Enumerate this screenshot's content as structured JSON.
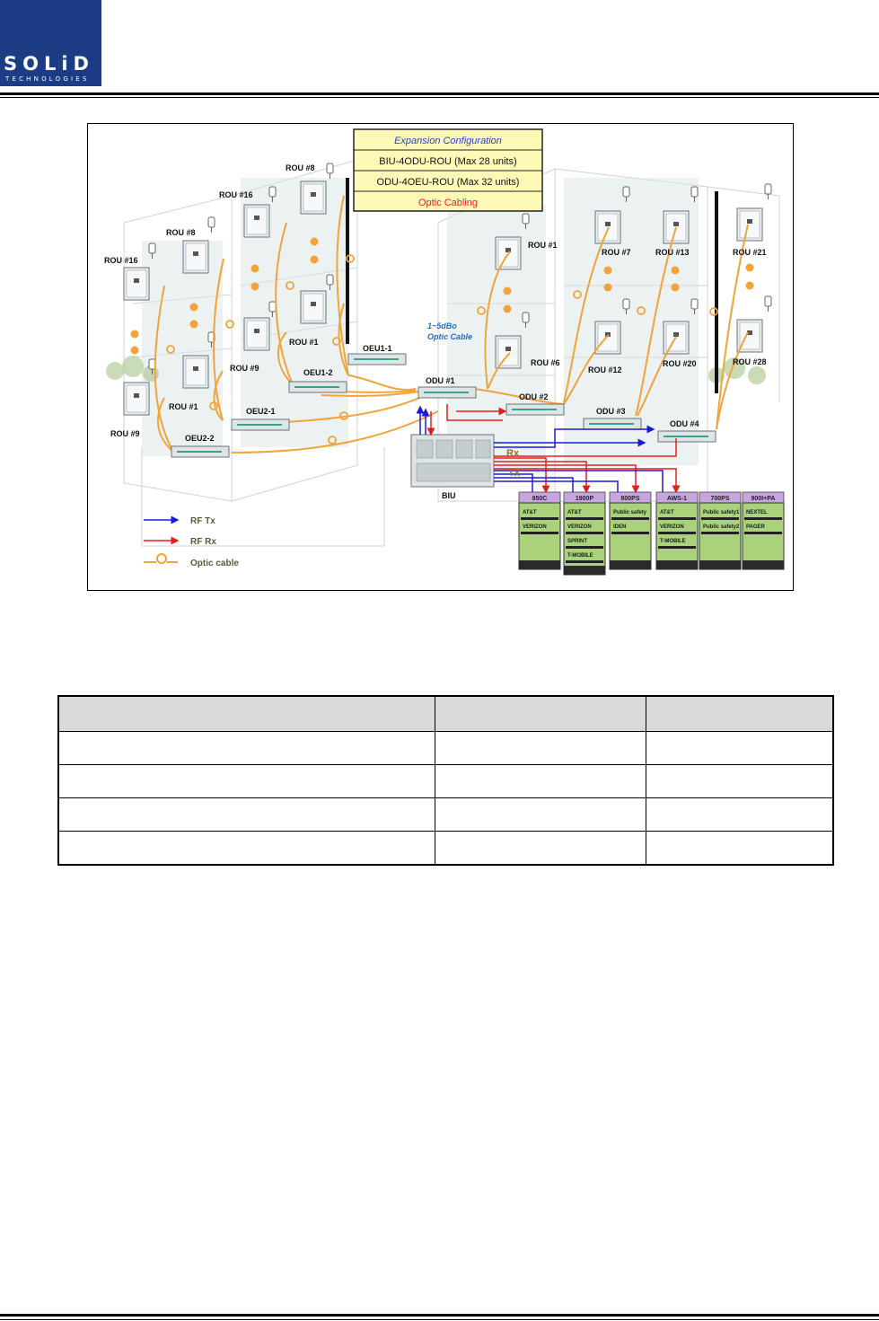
{
  "header": {
    "logo_text": "SOLiD",
    "logo_subtext": "TECHNOLOGIES"
  },
  "diagram": {
    "legend_box": {
      "title": "Expansion Configuration",
      "row1": "BIU-4ODU-ROU (Max 28 units)",
      "row2": "ODU-4OEU-ROU (Max 32 units)",
      "row3": "Optic Cabling"
    },
    "labels": {
      "rou8": "ROU #8",
      "rou16a": "ROU #16",
      "rou8b": "ROU #8",
      "rou16b": "ROU #16",
      "rou1a": "ROU #1",
      "rou9a": "ROU #9",
      "rou1b": "ROU #1",
      "rou9b": "ROU #9",
      "oeu11": "OEU1-1",
      "oeu12": "OEU1-2",
      "oeu21": "OEU2-1",
      "oeu22": "OEU2-2",
      "cable": "1~5dBo",
      "cable2": "Optic Cable",
      "odu1": "ODU #1",
      "odu2": "ODU #2",
      "odu3": "ODU #3",
      "odu4": "ODU #4",
      "rou1c": "ROU #1",
      "rou6": "ROU #6",
      "rou7": "ROU #7",
      "rou12": "ROU #12",
      "rou13": "ROU #13",
      "rou20": "ROU #20",
      "rou21": "ROU #21",
      "rou28": "ROU #28",
      "biu": "BIU",
      "rx": "Rx",
      "tx": "Tx"
    },
    "bands": [
      {
        "name": "850C",
        "carriers": [
          "AT&T",
          "VERIZON"
        ]
      },
      {
        "name": "1900P",
        "carriers": [
          "AT&T",
          "VERIZON",
          "SPRINT",
          "T-MOBILE"
        ]
      },
      {
        "name": "800PS",
        "carriers": [
          "Public safety",
          "IDEN"
        ]
      },
      {
        "name": "AWS-1",
        "carriers": [
          "AT&T",
          "VERIZON",
          "T-MOBILE"
        ]
      },
      {
        "name": "700PS",
        "carriers": [
          "Public safety1",
          "Public safety2"
        ]
      },
      {
        "name": "900I+PA",
        "carriers": [
          "NEXTEL",
          "PAGER"
        ]
      }
    ],
    "legend": {
      "tx": "RF Tx",
      "rx": "RF Rx",
      "optic": "Optic cable"
    },
    "colors": {
      "tx": "#1b1bd6",
      "rx": "#e02020",
      "optic": "#f2a33a",
      "band_header": "#c7a6e0",
      "band_body": "#a9d27a"
    }
  }
}
